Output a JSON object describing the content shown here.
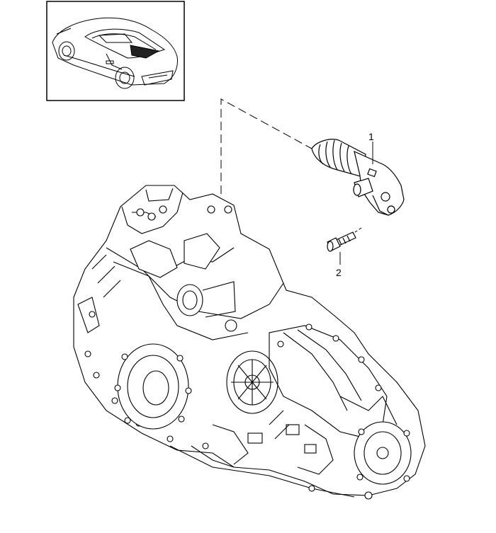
{
  "diagram": {
    "callouts": [
      {
        "label": "1",
        "part": "clutch-slave-cylinder"
      },
      {
        "label": "2",
        "part": "bolt"
      }
    ],
    "inset": {
      "icon": "car-silhouette-icon"
    },
    "main_assembly": {
      "icon": "transmission-icon"
    }
  }
}
